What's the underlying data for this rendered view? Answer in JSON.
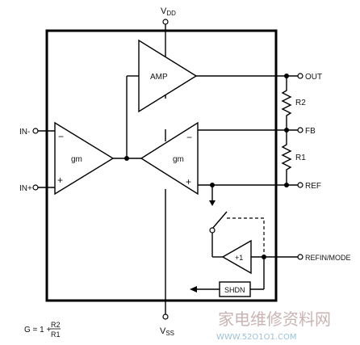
{
  "pins": {
    "vdd": "V",
    "vdd_sub": "DD",
    "vss": "V",
    "vss_sub": "SS",
    "in_minus": "IN-",
    "in_plus": "IN+",
    "out": "OUT",
    "fb": "FB",
    "ref": "REF",
    "refin_mode": "REFIN/MODE"
  },
  "blocks": {
    "amp": "AMP",
    "gm_left": "gm",
    "gm_right": "gm",
    "buffer": "+1",
    "shdn": "SHDN"
  },
  "signs": {
    "left_minus": "−",
    "left_plus": "+",
    "right_minus": "−",
    "right_plus": "+"
  },
  "resistors": {
    "r2": "R2",
    "r1": "R1"
  },
  "formula": {
    "lhs": "G = 1 +",
    "numerator": "R2",
    "denominator": "R1"
  },
  "watermark": {
    "chinese": "家电维修资料网",
    "url": "WWW.52O1O1.COM"
  }
}
